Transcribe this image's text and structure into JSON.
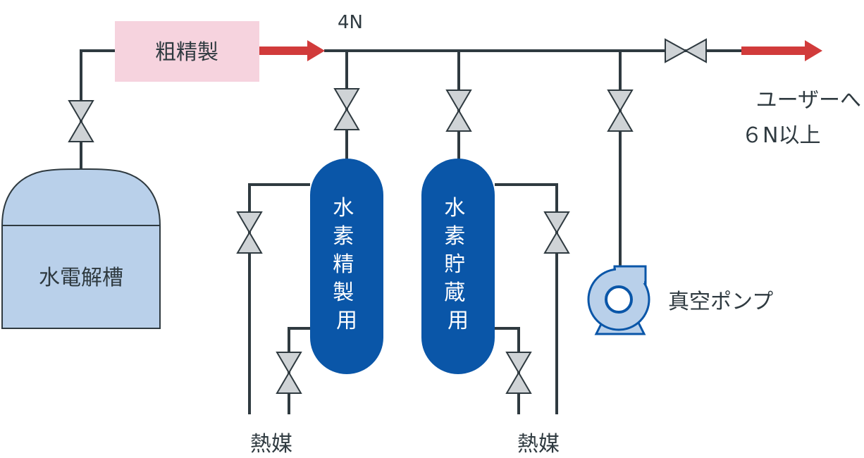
{
  "labels": {
    "electrolyzer": "水電解槽",
    "crude_purification": "粗精製",
    "purity_in": "4N",
    "to_user": "ユーザーへ",
    "purity_out": "６N以上",
    "purification_tank": "水素精製用",
    "storage_tank": "水素貯蔵用",
    "vacuum_pump": "真空ポンプ",
    "heat_medium_left": "熱媒",
    "heat_medium_right": "熱媒"
  },
  "colors": {
    "pipe": "#2f3a40",
    "arrow": "#d13b3b",
    "crude_box": "#f6d3de",
    "electrolyzer_fill": "#b9d0ea",
    "tank_fill": "#0a56a8",
    "valve_fill": "#cfd3d6",
    "pump_fill": "#b9d0ea",
    "pump_stroke": "#0a56a8"
  }
}
